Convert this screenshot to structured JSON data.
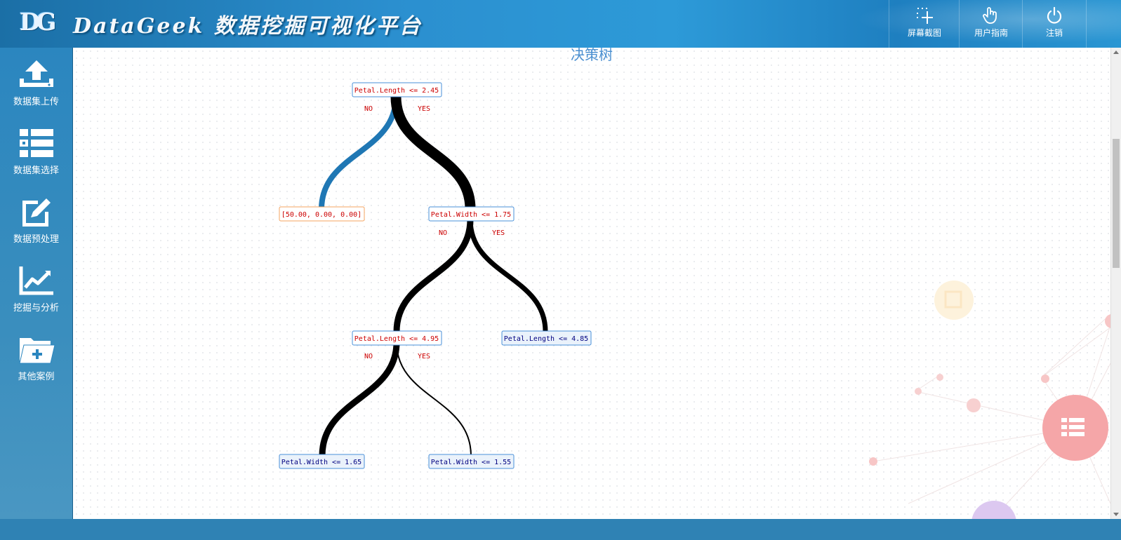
{
  "header": {
    "logo_mark": "DG",
    "app_title": "DataGeek 数据挖掘可视化平台",
    "buttons": [
      {
        "label": "屏幕截图",
        "icon": "screenshot-icon"
      },
      {
        "label": "用户指南",
        "icon": "hand-pointer-icon"
      },
      {
        "label": "注销",
        "icon": "power-icon"
      }
    ]
  },
  "sidebar": {
    "items": [
      {
        "label": "数据集上传",
        "icon": "upload-icon"
      },
      {
        "label": "数据集选择",
        "icon": "list-icon"
      },
      {
        "label": "数据预处理",
        "icon": "edit-icon"
      },
      {
        "label": "挖掘与分析",
        "icon": "line-chart-icon"
      },
      {
        "label": "其他案例",
        "icon": "folder-plus-icon"
      }
    ]
  },
  "main": {
    "title": "决策树"
  },
  "tree": {
    "edge_labels": {
      "no": "NO",
      "yes": "YES"
    },
    "nodes": [
      {
        "id": "n1",
        "label": "Petal.Length <= 2.45",
        "kind": "split-red"
      },
      {
        "id": "n2",
        "label": "[50.00, 0.00, 0.00]",
        "kind": "leaf"
      },
      {
        "id": "n3",
        "label": "Petal.Width <= 1.75",
        "kind": "split-red"
      },
      {
        "id": "n4",
        "label": "Petal.Length <= 4.95",
        "kind": "split-red"
      },
      {
        "id": "n5",
        "label": "Petal.Length <= 4.85",
        "kind": "split-blue"
      },
      {
        "id": "n6",
        "label": "Petal.Width <= 1.65",
        "kind": "split-blue"
      },
      {
        "id": "n7",
        "label": "Petal.Width <= 1.55",
        "kind": "split-blue"
      }
    ],
    "colors": {
      "red_text": "#cc0000",
      "blue_text": "#000080",
      "leaf_border": "#f4a460",
      "node_border": "#4a90d9",
      "edge_blue": "#1f77b4",
      "edge_black": "#000000"
    }
  }
}
